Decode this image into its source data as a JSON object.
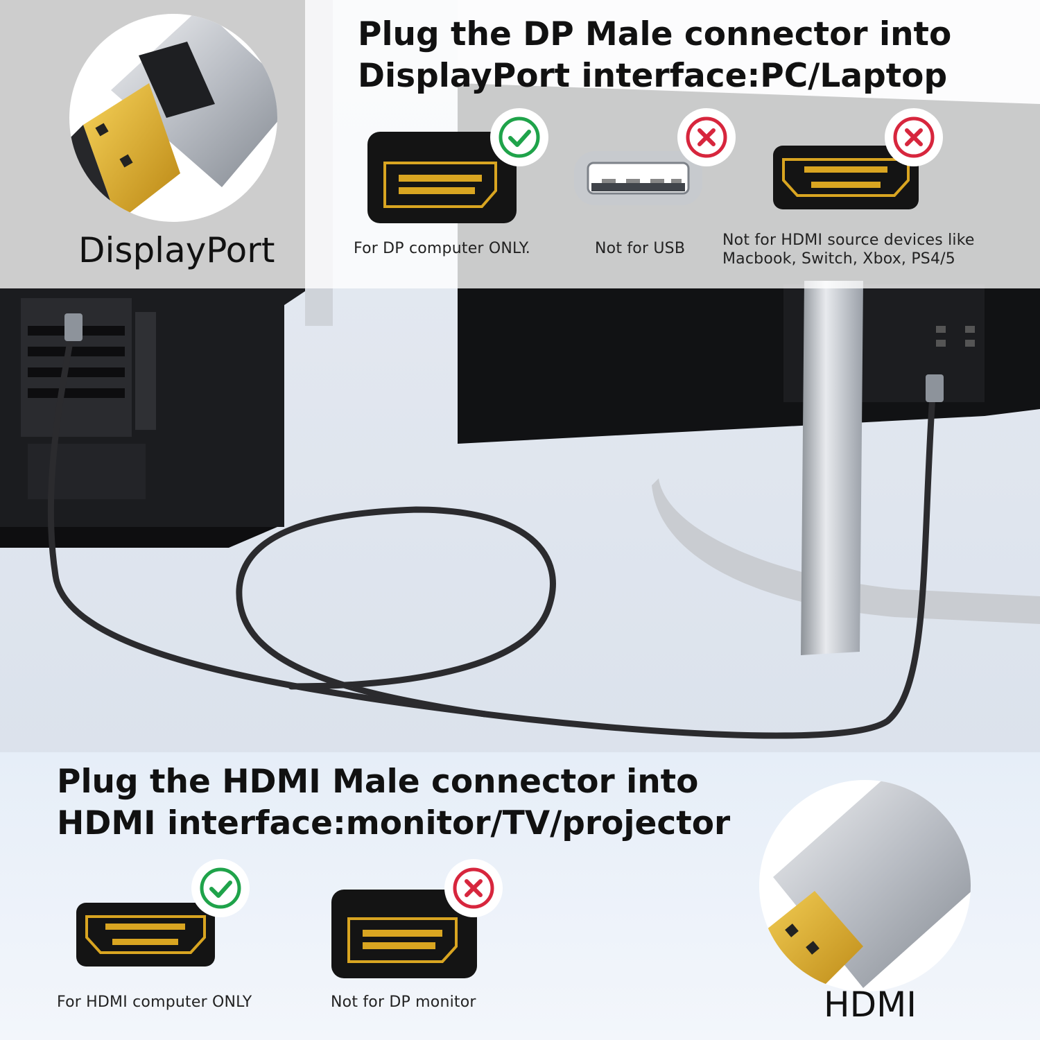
{
  "top_section": {
    "heading_line1": "Plug the DP Male connector into",
    "heading_line2": "DisplayPort interface:PC/Laptop",
    "connector_label": "DisplayPort",
    "items": [
      {
        "caption": "For DP computer ONLY.",
        "status": "check"
      },
      {
        "caption": "Not for USB",
        "status": "cross"
      },
      {
        "caption_line1": "Not for HDMI source devices like",
        "caption_line2": "Macbook, Switch, Xbox, PS4/5",
        "status": "cross"
      }
    ]
  },
  "bottom_section": {
    "heading_line1": "Plug the HDMI Male connector into",
    "heading_line2": "HDMI interface:monitor/TV/projector",
    "connector_label": "HDMI",
    "items": [
      {
        "caption": "For HDMI computer ONLY",
        "status": "check"
      },
      {
        "caption": "Not for DP monitor",
        "status": "cross"
      }
    ]
  },
  "colors": {
    "check_green": "#1fa34a",
    "cross_red": "#d7263d",
    "gold": "#d9a521",
    "port_black": "#141414"
  }
}
